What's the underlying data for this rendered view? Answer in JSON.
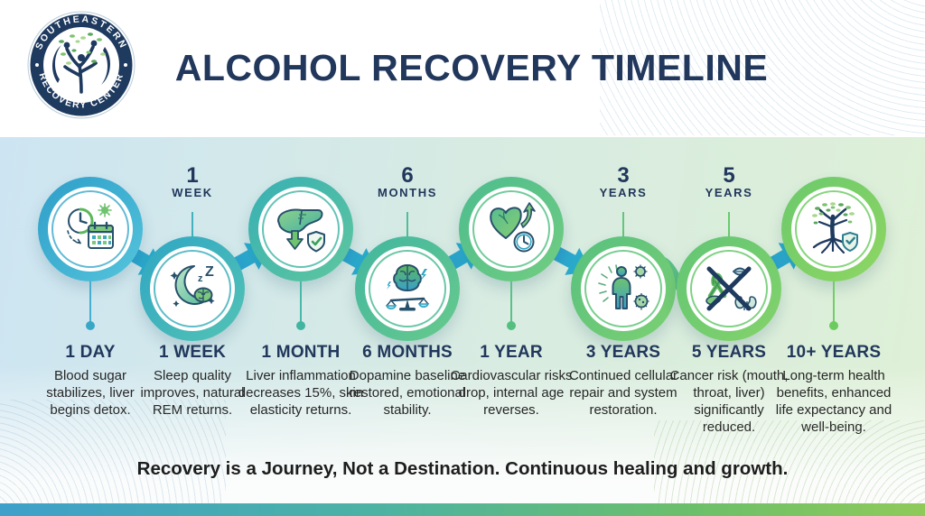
{
  "header": {
    "logo": {
      "arc_top": "SOUTHEASTERN",
      "arc_bottom": "RECOVERY CENTER"
    },
    "title": "ALCOHOL RECOVERY TIMELINE"
  },
  "timeline": {
    "milestones": [
      {
        "icon": "clock-calendar-icon",
        "position": "upper",
        "label": "1 DAY",
        "description": "Blood sugar stabilizes, liver begins detox."
      },
      {
        "icon": "moon-sleep-icon",
        "position": "lower",
        "marker_number": "1",
        "marker_unit": "WEEK",
        "label": "1 WEEK",
        "description": "Sleep quality improves, natural REM returns."
      },
      {
        "icon": "liver-recovery-icon",
        "position": "upper",
        "label": "1 MONTH",
        "description": "Liver inflammation decreases 15%, skin elasticity returns."
      },
      {
        "icon": "brain-balance-icon",
        "position": "lower",
        "marker_number": "6",
        "marker_unit": "MONTHS",
        "label": "6 MONTHS",
        "description": "Dopamine baseline restored, emotional stability."
      },
      {
        "icon": "heart-clock-icon",
        "position": "upper",
        "label": "1 YEAR",
        "description": "Cardiovascular risks drop, internal age reverses."
      },
      {
        "icon": "cell-repair-icon",
        "position": "lower",
        "marker_number": "3",
        "marker_unit": "YEARS",
        "label": "3 YEARS",
        "description": "Continued cellular repair and system restoration."
      },
      {
        "icon": "cancer-risk-icon",
        "position": "lower",
        "marker_number": "5",
        "marker_unit": "YEARS",
        "label": "5 YEARS",
        "description": "Cancer risk (mouth, throat, liver) significantly reduced."
      },
      {
        "icon": "tree-wellness-icon",
        "position": "upper",
        "label": "10+ YEARS",
        "description": "Long-term health benefits, enhanced life expectancy and well-being."
      }
    ]
  },
  "footer": {
    "quote": "Recovery is a Journey, Not a Destination. Continuous healing and growth."
  },
  "colors": {
    "navy": "#21375c",
    "arrow_blue": "#2f9ad0",
    "teal": "#2fa6c4",
    "green": "#6bc96c",
    "band_left": "#cde5f2",
    "band_right": "#def0d6",
    "bottom_bar_gradient": [
      "#3fa0ca",
      "#4cb2a4",
      "#8fca5a"
    ]
  }
}
